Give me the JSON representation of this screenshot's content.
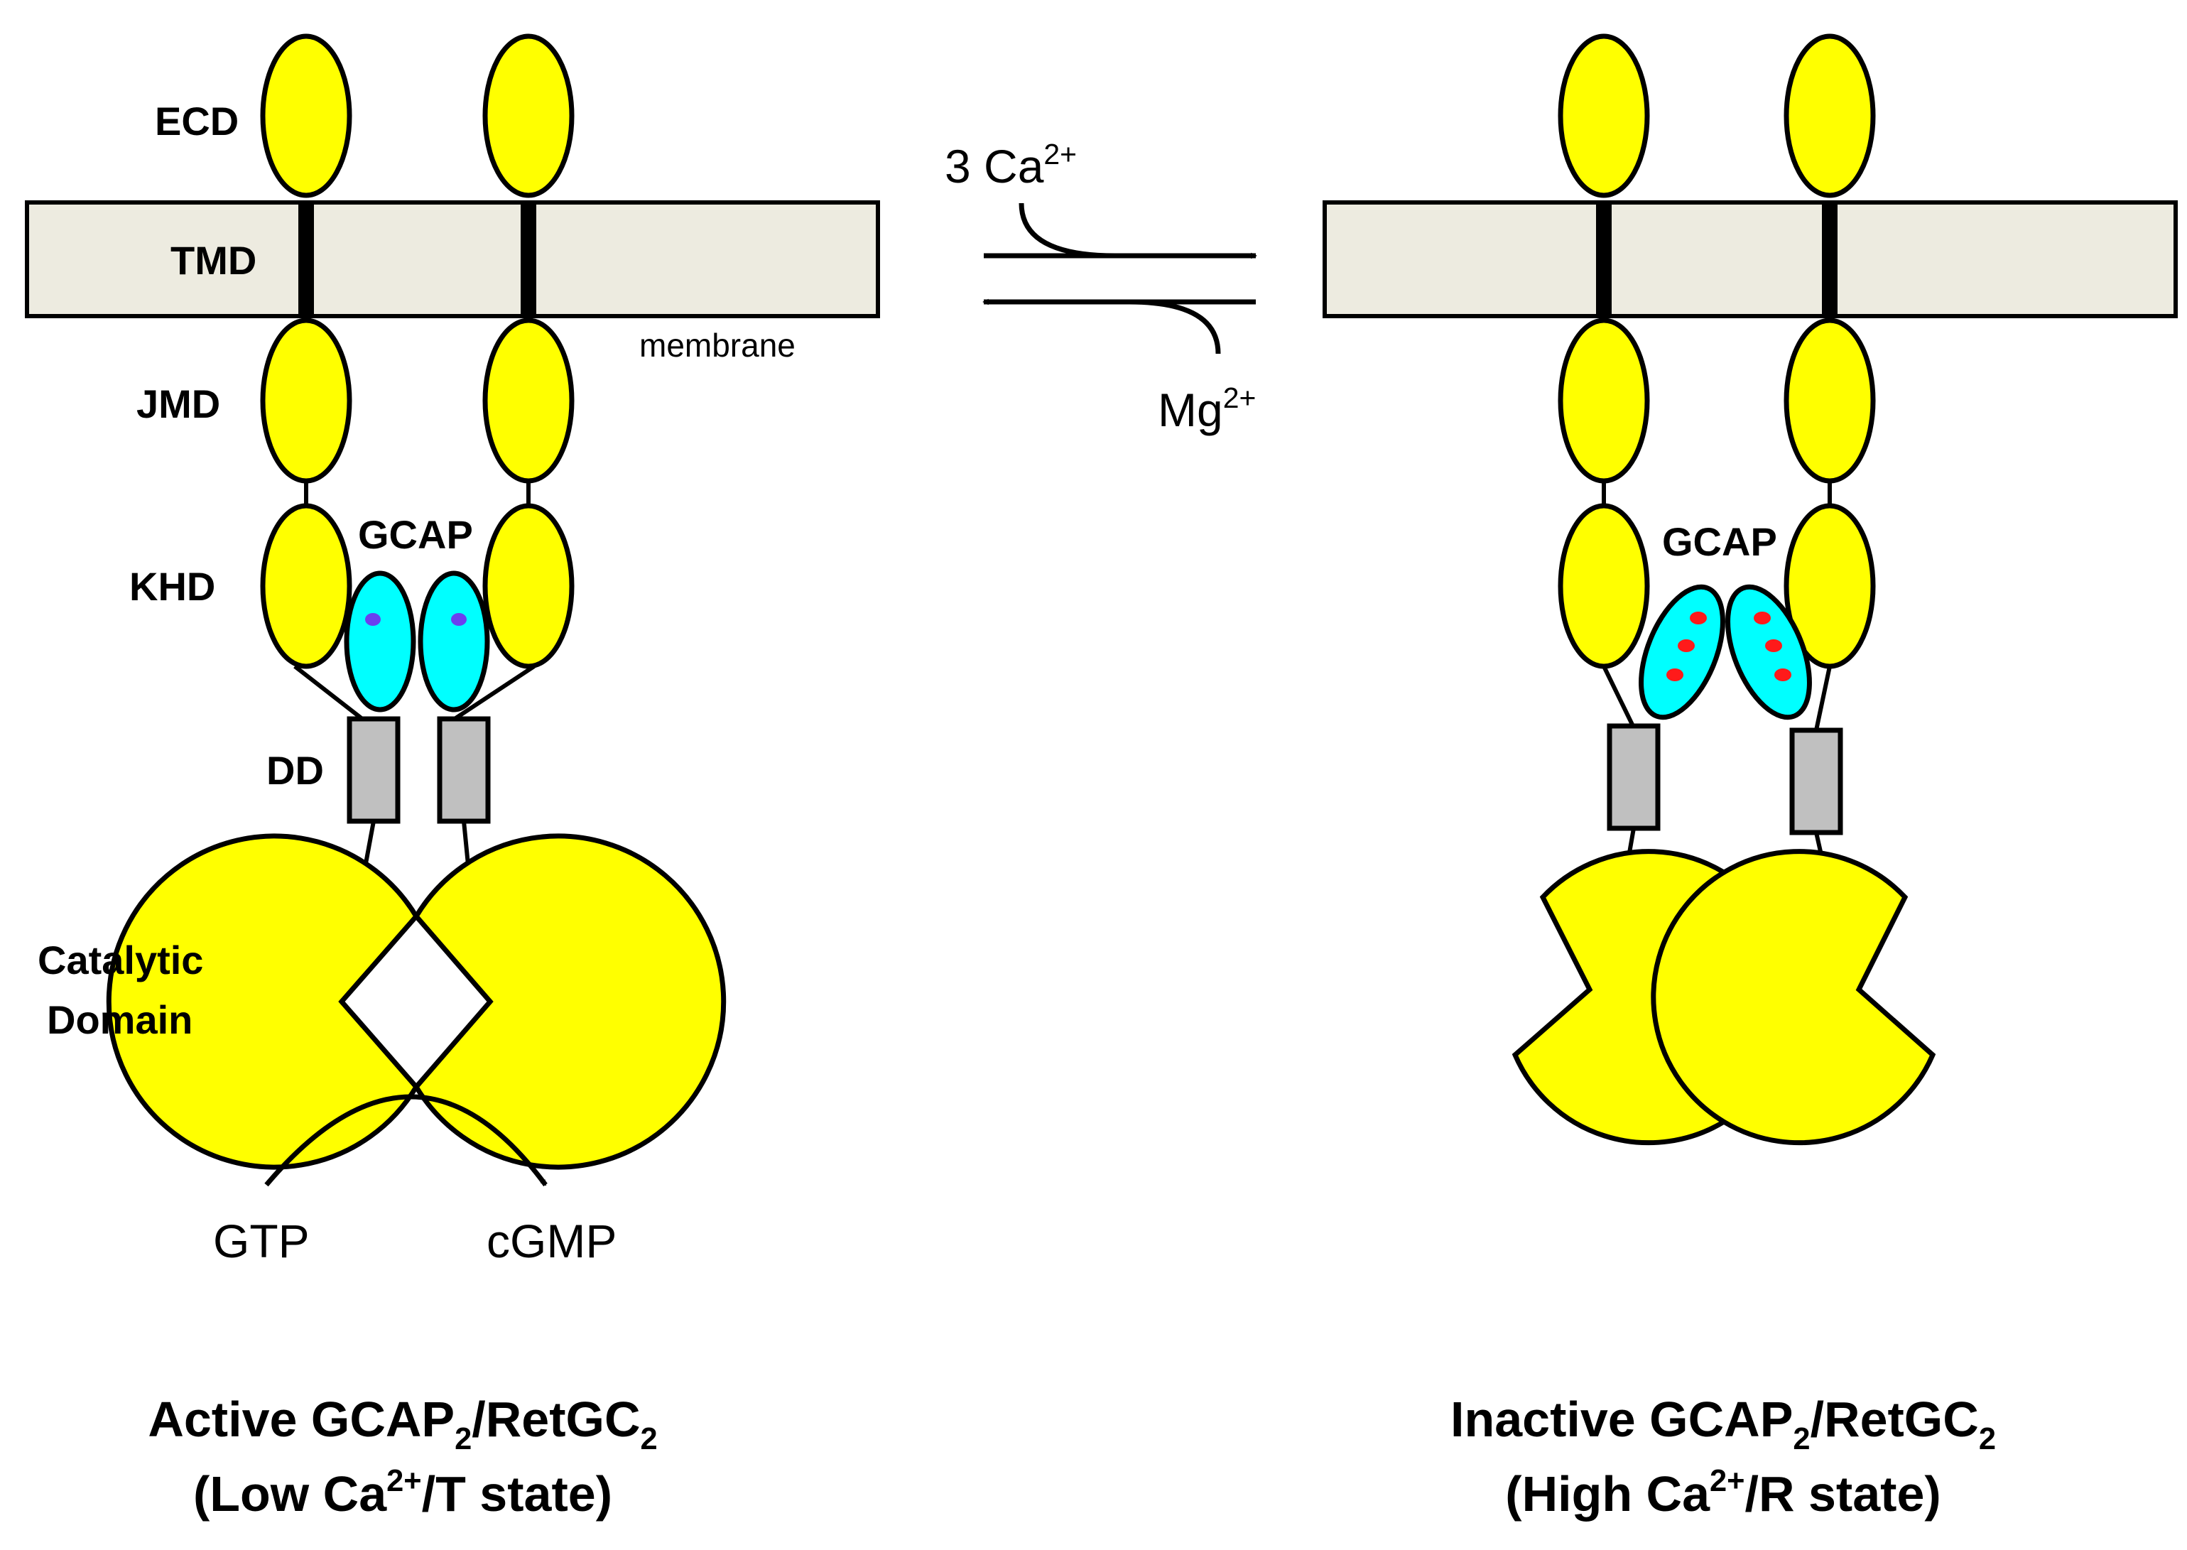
{
  "labels": {
    "ecd": "ECD",
    "tmd": "TMD",
    "jmd": "JMD",
    "khd": "KHD",
    "gcap_left": "GCAP",
    "gcap_right": "GCAP",
    "dd": "DD",
    "catalytic_line1": "Catalytic",
    "catalytic_line2": "Domain",
    "membrane": "membrane"
  },
  "equilibrium": {
    "forward_reagent": "3 Ca",
    "forward_reagent_sup": "2+",
    "reverse_reagent": "Mg",
    "reverse_reagent_sup": "2+"
  },
  "reaction": {
    "substrate": "GTP",
    "product": "cGMP"
  },
  "captions": {
    "active": {
      "line1_a": "Active GCAP",
      "line1_sub1": "2",
      "line1_b": "/RetGC",
      "line1_sub2": "2",
      "line2_a": "(Low Ca",
      "line2_sup": "2+",
      "line2_b": "/T state)"
    },
    "inactive": {
      "line1_a": "Inactive GCAP",
      "line1_sub1": "2",
      "line1_b": "/RetGC",
      "line1_sub2": "2",
      "line2_a": "(High Ca",
      "line2_sup": "2+",
      "line2_b": "/R state)"
    }
  },
  "colors": {
    "domain_yellow": "#FFFF00",
    "gcap_cyan": "#00FFFF",
    "membrane_fill": "#EDEBE0",
    "dimerization_gray": "#C0C0C0",
    "mg_dot": "#6B3FEF",
    "ca_dot": "#FF1A1A",
    "outline": "#000000"
  }
}
